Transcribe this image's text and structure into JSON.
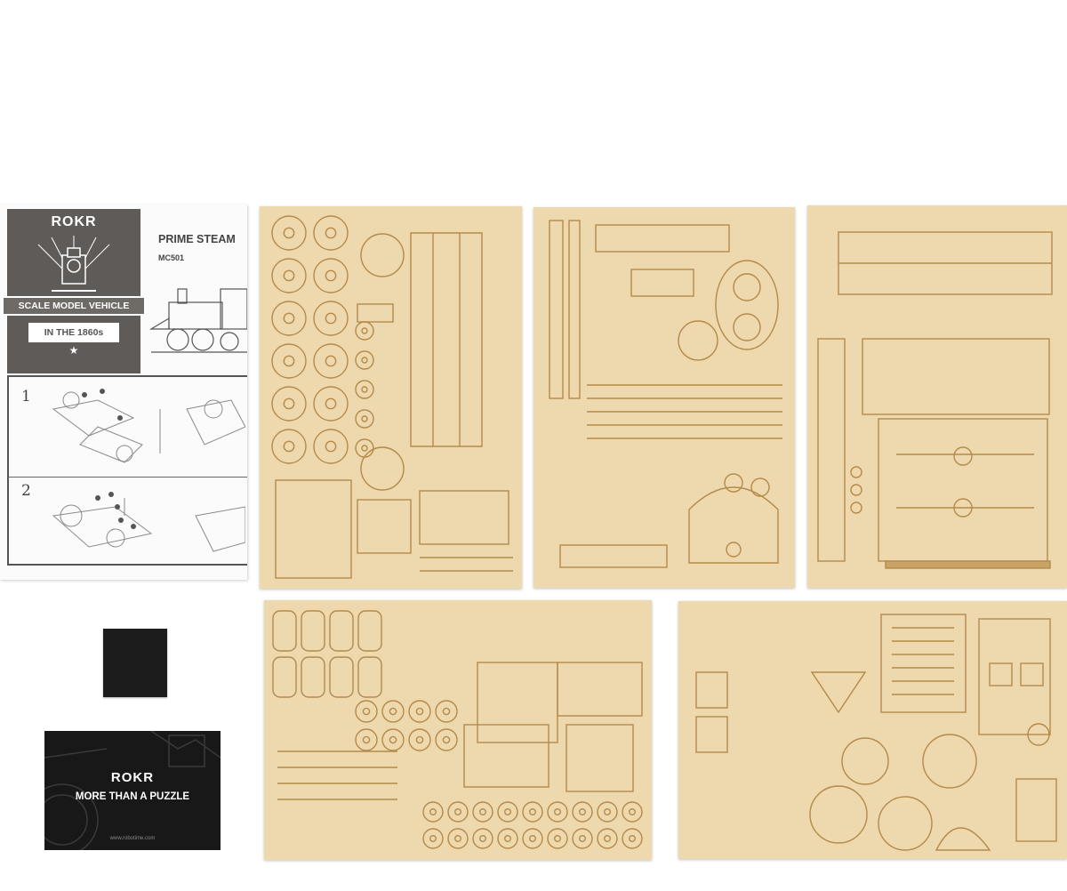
{
  "scene": {
    "description_alt": "Wooden laser-cut model kit sheets with instruction manual, sanding sponge and brand card"
  },
  "manual": {
    "brand": "ROKR",
    "badge_ribbon": "SCALE MODEL VEHICLE",
    "badge_era": "IN THE 1860s",
    "badge_star": "★",
    "title": "PRIME STEAM",
    "code": "MC501",
    "step1": "1",
    "step2": "2"
  },
  "card": {
    "brand": "ROKR",
    "tagline": "MORE THAN A PUZZLE",
    "url": "www.robotime.com"
  },
  "colors": {
    "wood": "#edd9ad",
    "wood_line": "#b58a4a",
    "manual_badge": "#5f5b58",
    "card": "#181818",
    "sponge": "#1c1c1c"
  }
}
